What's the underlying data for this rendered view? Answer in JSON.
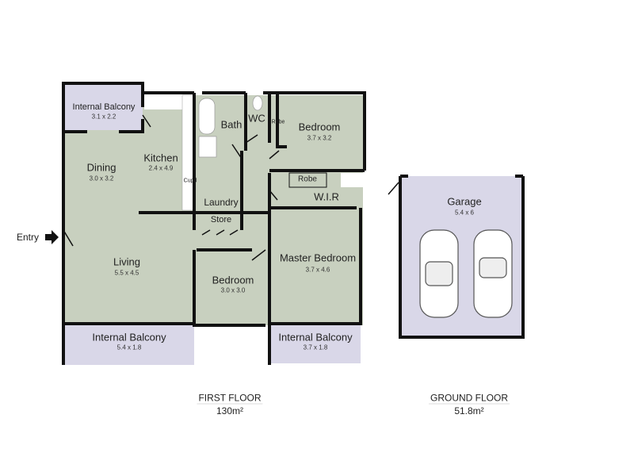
{
  "entry_label": "Entry",
  "rooms": {
    "balcony_top": {
      "name": "Internal Balcony",
      "dim": "3.1 x 2.2"
    },
    "dining": {
      "name": "Dining",
      "dim": "3.0 x 3.2"
    },
    "kitchen": {
      "name": "Kitchen",
      "dim": "2.4 x 4.9"
    },
    "cupd": {
      "name": "Cupd"
    },
    "bath": {
      "name": "Bath"
    },
    "wc": {
      "name": "WC"
    },
    "robe_small": {
      "name": "Robe"
    },
    "bedroom1": {
      "name": "Bedroom",
      "dim": "3.7 x 3.2"
    },
    "robe": {
      "name": "Robe"
    },
    "wir": {
      "name": "W.I.R"
    },
    "laundry": {
      "name": "Laundry"
    },
    "store": {
      "name": "Store"
    },
    "living": {
      "name": "Living",
      "dim": "5.5 x 4.5"
    },
    "bedroom2": {
      "name": "Bedroom",
      "dim": "3.0 x 3.0"
    },
    "master": {
      "name": "Master Bedroom",
      "dim": "3.7 x 4.6"
    },
    "balcony_left": {
      "name": "Internal Balcony",
      "dim": "5.4 x 1.8"
    },
    "balcony_right": {
      "name": "Internal Balcony",
      "dim": "3.7 x 1.8"
    },
    "garage": {
      "name": "Garage",
      "dim": "5.4 x 6"
    }
  },
  "floors": {
    "first": {
      "title": "FIRST FLOOR",
      "area": "130m²"
    },
    "ground": {
      "title": "GROUND FLOOR",
      "area": "51.8m²"
    }
  },
  "colors": {
    "room": "#c8d0bf",
    "balcony": "#d9d7e8",
    "wall": "#111111"
  }
}
